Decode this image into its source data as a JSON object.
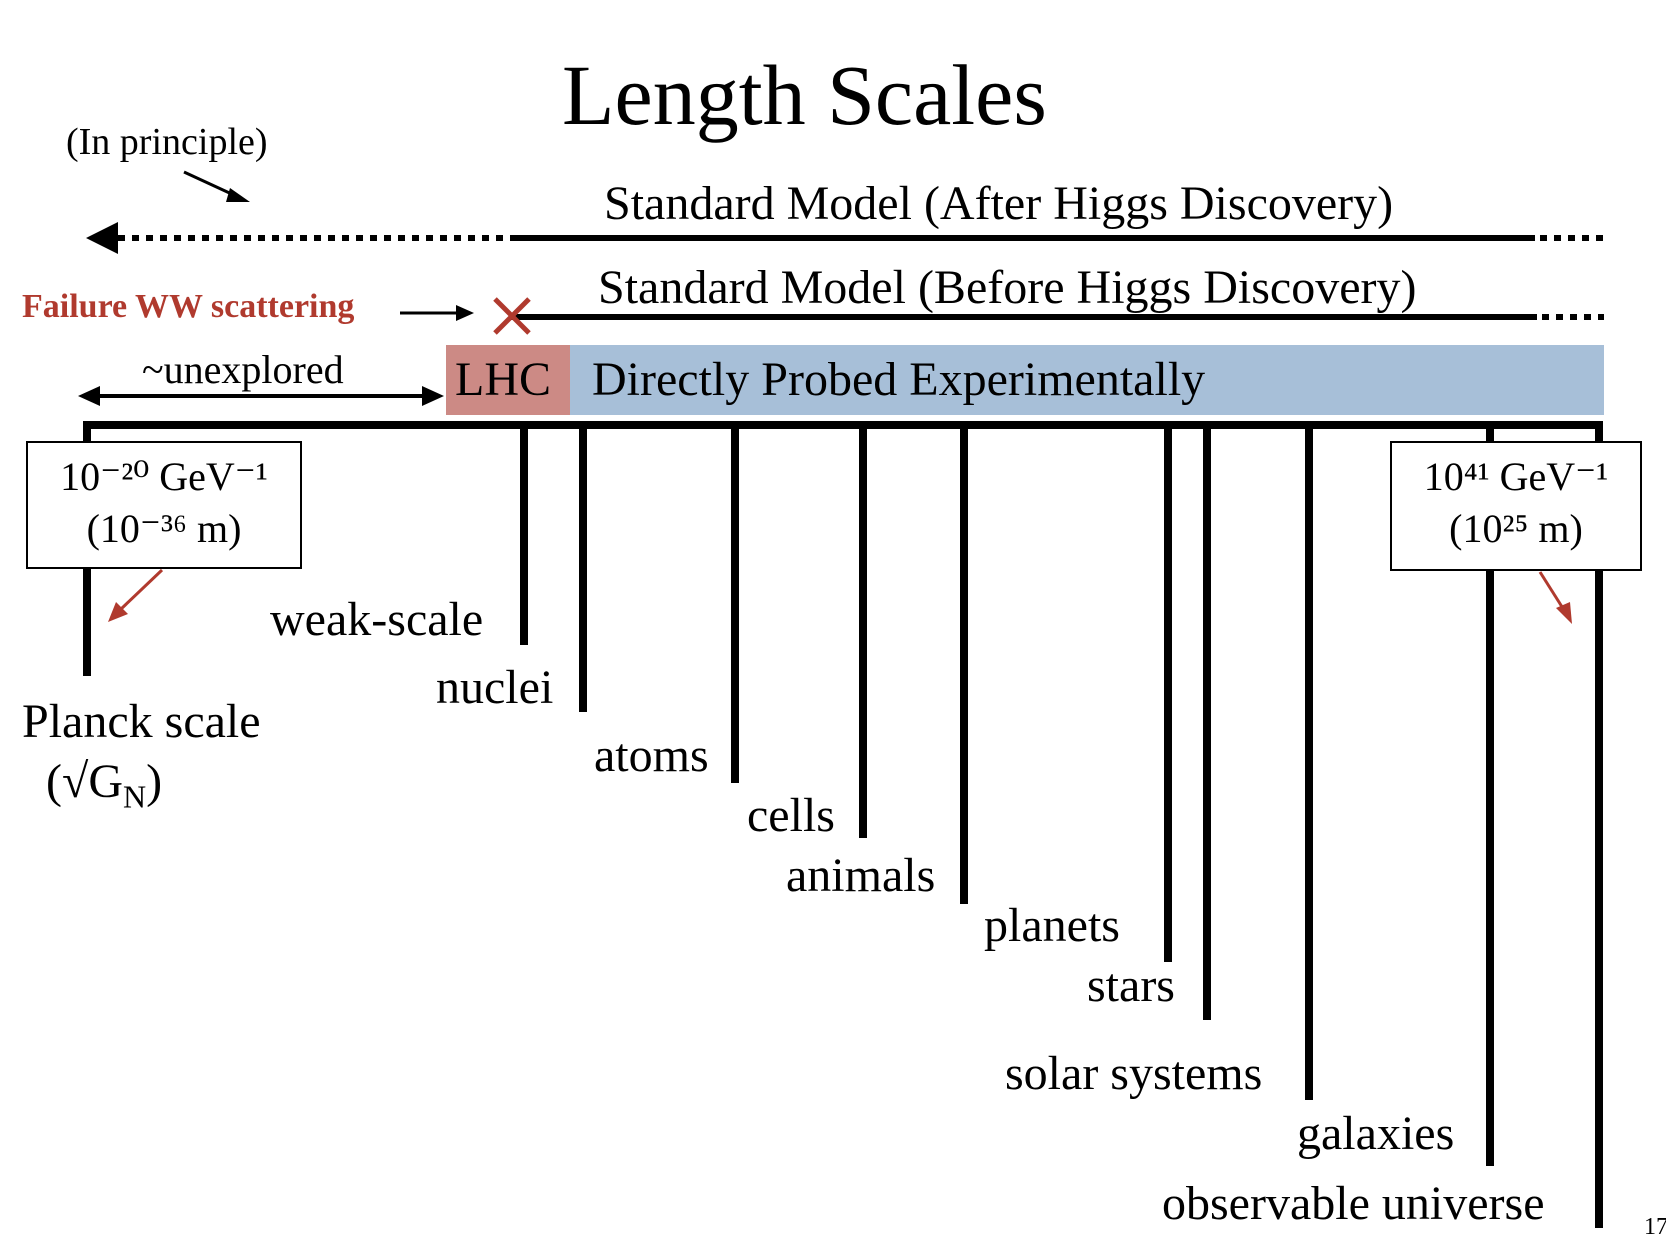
{
  "title": "Length Scales",
  "in_principle": "(In principle)",
  "sm_after": "Standard Model (After Higgs Discovery)",
  "sm_before": "Standard Model (Before Higgs Discovery)",
  "failure": "Failure WW scattering",
  "unexplored": "~unexplored",
  "lhc": "LHC",
  "directly_probed": "Directly Probed Experimentally",
  "left_box": {
    "line1": "10⁻²⁰ GeV⁻¹",
    "line2": "(10⁻³⁶ m)"
  },
  "right_box": {
    "line1": "10⁴¹ GeV⁻¹",
    "line2": "(10²⁵ m)"
  },
  "planck": {
    "label": "Planck scale",
    "formula": "(√G",
    "formula_sub": "N",
    "formula_end": ")"
  },
  "scales": [
    "weak-scale",
    "nuclei",
    "atoms",
    "cells",
    "animals",
    "planets",
    "stars",
    "solar systems",
    "galaxies",
    "observable universe"
  ],
  "page_number": "17",
  "colors": {
    "lhc": "#cc8a85",
    "band": "#a7bfd8",
    "failure": "#b03a2e",
    "cross": "#b03a2e"
  }
}
